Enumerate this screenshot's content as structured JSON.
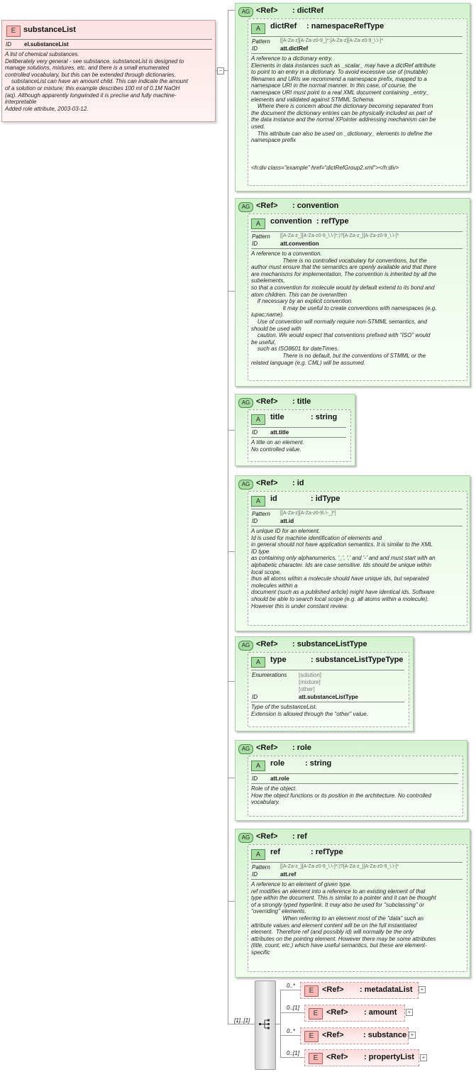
{
  "element": {
    "badge": "E",
    "name": "substanceList",
    "id_label": "ID",
    "id_value": "el.substanceList",
    "doc": "A list of chemical substances.\nDeliberately very general - see substance. substanceList is designed to\nmanage solutions, mixtures, etc. and there is a small enumerated\ncontrolled vocabulary, but this can be extended through dictionaries.\n    substanceList can have an amount child. This can indicate the amount\nof a solution or mixture; this example describes 100 ml of 0.1M NaOH\n(aq). Although apparently longwinded it is precise and fully machine-\ninterpretable\nAdded role attribute, 2003-03-12."
  },
  "attribute_groups": [
    {
      "badge": "AG",
      "ref": "<Ref>",
      "name": ": dictRef",
      "attr_badge": "A",
      "attr_name": "dictRef",
      "attr_type": ": namespaceRefType",
      "pattern_label": "Pattern",
      "pattern": "[[A-Za-z][A-Za-z0-9_]*:[A-Za-z][A-Za-z0-9_\\.\\-]*",
      "id_label": "ID",
      "id_value": "att.dictRef",
      "doc": "A reference to a dictionary entry.\nElements in data instances such as _scalar_ may have a dictRef attribute\nto point to an entry in a dictionary. To avoid excessive use of (mutable)\nfilenames and URIs we recommend a namespace prefix, mapped to a\nnamespace URI in the normal manner. In this case, of course, the\nnamespace URI must point to a real XML document containing _entry_\nelements and validated against STMML Schema.\n    Where there is concern about the dictionary becoming separated from\nthe document the dictionary entries can be physically included as part of\nthe data instance and the normal XPointer addressing mechanism can be\nused.\n    This attribute can also be used on _dictionary_ elements to define the\nnamespace prefix\n\n\n\n<h:div class=\"example\" href=\"dictRefGroup2.xml\"></h:div>"
    },
    {
      "badge": "AG",
      "ref": "<Ref>",
      "name": ": convention",
      "attr_badge": "A",
      "attr_name": "convention",
      "attr_type": ": refType",
      "pattern_label": "Pattern",
      "pattern": "[[A-Za-z_][A-Za-z0-9_\\.\\-]*:)?[A-Za-z_][A-Za-z0-9_\\.\\-]*",
      "id_label": "ID",
      "id_value": "att.convention",
      "doc": "A reference to a convention.\n                    There is no controlled vocabulary for conventions, but the\nauthor must ensure that the semantics are openly available and that there\nare mechanisms for implementation. The convention is inherited by all the\nsubelements,\nso that a convention for molecule would by default extend to its bond and\natom children. This can be overwritten\n    if necessary by an explicit convention.\n                    It may be useful to create conventions with namespaces (e.g.\niupac:name).\n    Use of convention will normally require non-STMML semantics, and\nshould be used with\n    caution. We would expect that conventions prefixed with \"ISO\" would\nbe useful,\n    such as ISO8601 for dateTimes.\n                    There is no default, but the conventions of STMML or the\nrelated language (e.g. CML) will be assumed."
    },
    {
      "badge": "AG",
      "ref": "<Ref>",
      "name": ": title",
      "attr_badge": "A",
      "attr_name": "title",
      "attr_type": ": string",
      "id_label": "ID",
      "id_value": "att.title",
      "doc": "A title on an element.\nNo controlled value."
    },
    {
      "badge": "AG",
      "ref": "<Ref>",
      "name": ": id",
      "attr_badge": "A",
      "attr_name": "id",
      "attr_type": ": idType",
      "pattern_label": "Pattern",
      "pattern": "[[A-Za-z][A-Za-z0-9\\.\\-_]*]",
      "id_label": "ID",
      "id_value": "att.id",
      "doc": "A unique ID for an element.\nId is used for machine identification of elements and\nin general should not have application semantics. It is similar to the XML\nID type\nas containing only alphanumerics, '_', ',' and '-' and and must start with an\nalphabetic character. Ids are case sensitive. Ids should be unique within\nlocal scope,\nthus all atoms within a molecule should have unique ids, but separated\nmolecules within a\ndocument (such as a published article) might have identical ids. Software\nshould be able to search local scope (e.g. all atoms within a molecule).\nHowever this is under constant review."
    },
    {
      "badge": "AG",
      "ref": "<Ref>",
      "name": ": substanceListType",
      "attr_badge": "A",
      "attr_name": "type",
      "attr_type": ": substanceListTypeType",
      "enum_label": "Enumerations",
      "enums": [
        "[solution]",
        "[mixture]",
        "[other]"
      ],
      "id_label": "ID",
      "id_value": "att.substanceListType",
      "doc": "Type of the substanceList.\nExtension is allowed through the \"other\" value."
    },
    {
      "badge": "AG",
      "ref": "<Ref>",
      "name": ": role",
      "attr_badge": "A",
      "attr_name": "role",
      "attr_type": ": string",
      "id_label": "ID",
      "id_value": "att.role",
      "doc": "Role of the object.\nHow the object functions or its position in the architecture. No controlled\nvocabulary."
    },
    {
      "badge": "AG",
      "ref": "<Ref>",
      "name": ": ref",
      "attr_badge": "A",
      "attr_name": "ref",
      "attr_type": ": refType",
      "pattern_label": "Pattern",
      "pattern": "[[A-Za-z_][A-Za-z0-9_\\.\\-]*:)?[A-Za-z_][A-Za-z0-9_\\.\\-]*",
      "id_label": "ID",
      "id_value": "att.ref",
      "doc": "A reference to an element of given type.\nref modifies an element into a reference to an existing element of that\ntype within the document. This is similar to a pointer and it can be thought\nof a strongly typed hyperlink. It may also be used for \"subclassing\" or\n\"overriding\" elements.\n                    When referring to an element most of the \"data\" such as\nattribute values and element content will be on the full instantiated\nelement.  Therefore ref (and possibly id) will normally be the only\nattributes on the pointing element. However there may be some attributes\n(title, count, etc.) which have useful semantics, but these are element-\nspecific"
    }
  ],
  "sequence": {
    "cardinality": "[1]..[1]",
    "children": [
      {
        "badge": "E",
        "ref": "<Ref>",
        "name": ": metadataList",
        "card": "0..*",
        "plus": "+"
      },
      {
        "badge": "E",
        "ref": "<Ref>",
        "name": ": amount",
        "card": "0..[1]",
        "plus": "+"
      },
      {
        "badge": "E",
        "ref": "<Ref>",
        "name": ": substance",
        "card": "0..*",
        "plus": "+"
      },
      {
        "badge": "E",
        "ref": "<Ref>",
        "name": ": propertyList",
        "card": "0..[1]",
        "plus": "+"
      }
    ]
  },
  "root_connector": "−"
}
